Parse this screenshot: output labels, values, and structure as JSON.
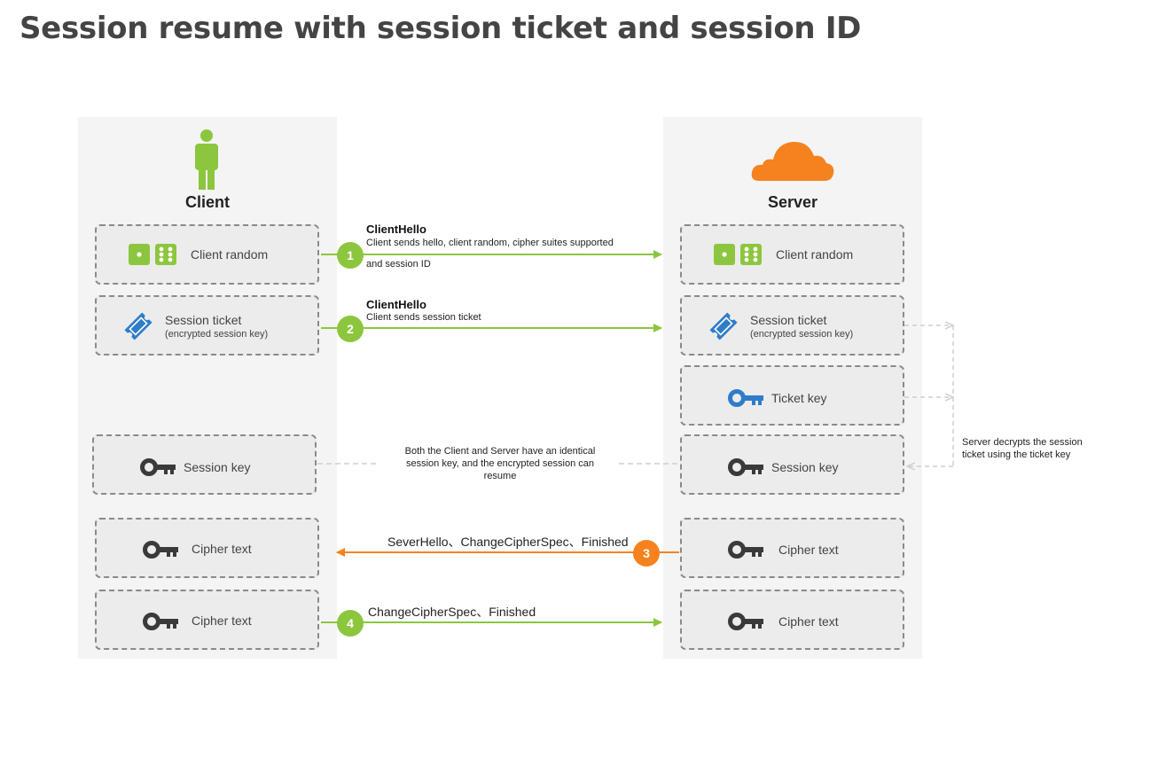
{
  "title": "Session resume with session ticket and session ID",
  "client": {
    "label": "Client"
  },
  "server": {
    "label": "Server"
  },
  "boxes": {
    "client_random": "Client random",
    "session_ticket": "Session ticket",
    "session_ticket_sub": "(encrypted session key)",
    "ticket_key": "Ticket key",
    "session_key": "Session key",
    "cipher_text": "Cipher text"
  },
  "steps": [
    {
      "number": "1",
      "label": "ClientHello",
      "desc": "Client sends hello, client random, cipher suites supported",
      "desc2": "and session ID"
    },
    {
      "number": "2",
      "label": "ClientHello",
      "desc": "Client sends session ticket"
    },
    {
      "number": "3",
      "label": "SeverHello、ChangeCipherSpec、Finished"
    },
    {
      "number": "4",
      "label": "ChangeCipherSpec、Finished"
    }
  ],
  "notes": {
    "shared_key": "Both the Client and Server have an identical session key, and the encrypted session can resume",
    "decrypt": "Server decrypts the session ticket using the ticket key"
  },
  "colors": {
    "green": "#8cc63f",
    "orange": "#f6821f",
    "blue": "#2f7dc9",
    "dark_icon": "#3a3a3a"
  }
}
